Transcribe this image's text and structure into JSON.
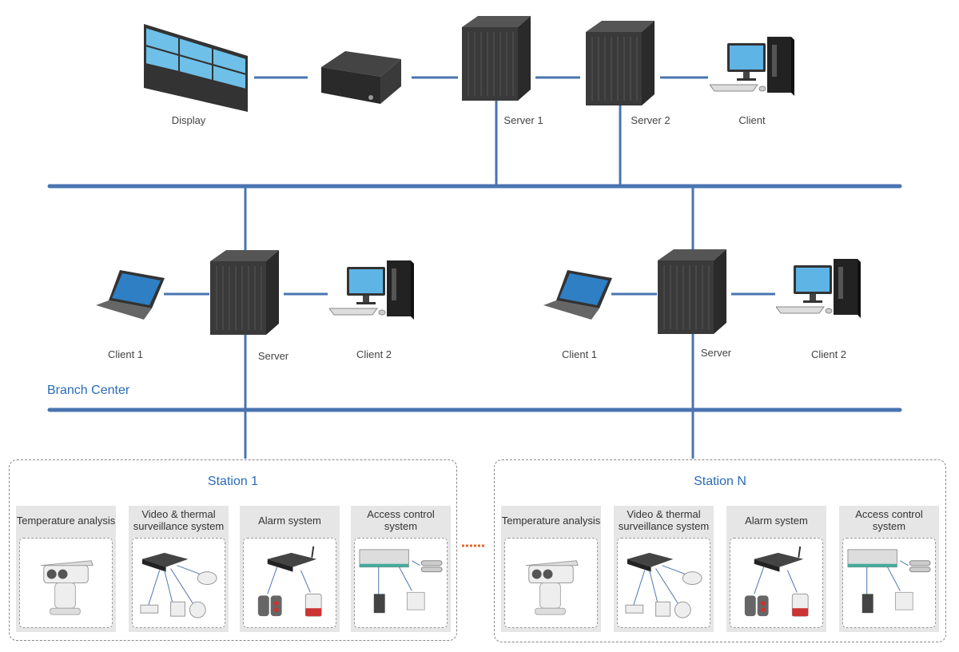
{
  "headquarters": {
    "display_label": "Display",
    "server1_label": "Server 1",
    "server2_label": "Server 2",
    "client_label": "Client"
  },
  "branches": [
    {
      "client1_label": "Client 1",
      "server_label": "Server",
      "client2_label": "Client 2"
    },
    {
      "client1_label": "Client 1",
      "server_label": "Server",
      "client2_label": "Client 2"
    }
  ],
  "branch_center_label": "Branch  Center",
  "stations": [
    {
      "title": "Station 1",
      "panels": [
        "Temperature analysis",
        "Video & thermal surveillance system",
        "Alarm system",
        "Access control system"
      ]
    },
    {
      "title": "Station N",
      "panels": [
        "Temperature analysis",
        "Video & thermal surveillance system",
        "Alarm system",
        "Access control system"
      ]
    }
  ],
  "colors": {
    "link": "#4a74b0",
    "accent_text": "#2a6bb8",
    "ellipsis": "#e06a2a"
  }
}
